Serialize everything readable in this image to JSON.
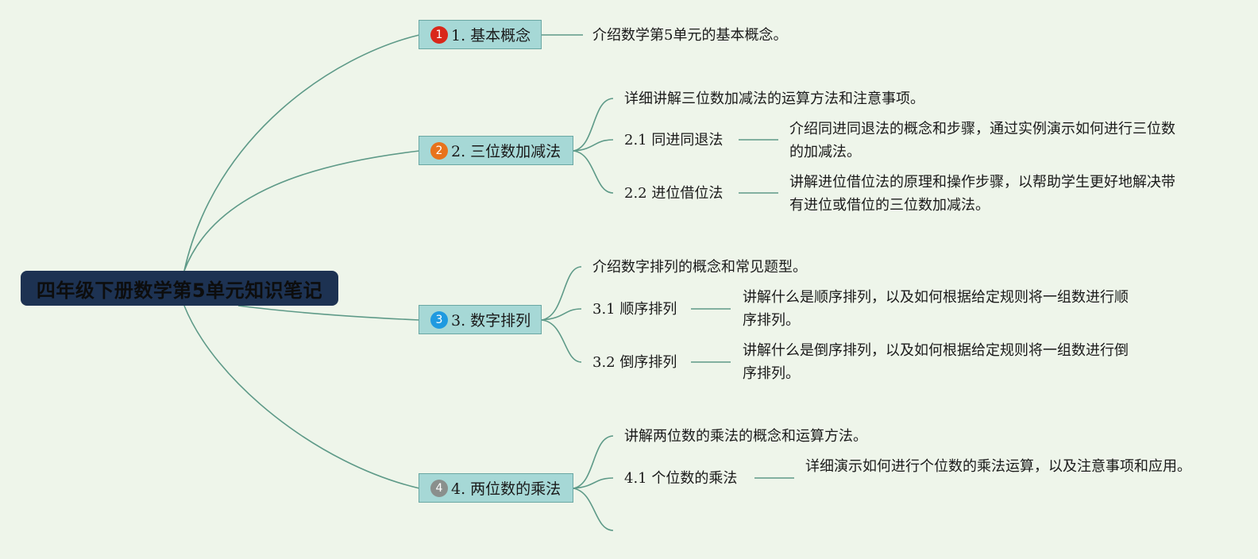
{
  "root": {
    "title": "四年级下册数学第5单元知识笔记"
  },
  "colors": {
    "line": "#5e9a88",
    "root_bg": "#1d3252",
    "branch_bg": "#a6d8d6",
    "background": "#eef5ea"
  },
  "branches": [
    {
      "marker": "1",
      "marker_color": "#d9271a",
      "label": "1. 基本概念",
      "summary": "介绍数学第5单元的基本概念。",
      "subs": []
    },
    {
      "marker": "2",
      "marker_color": "#e8731c",
      "label": "2. 三位数加减法",
      "summary": "详细讲解三位数加减法的运算方法和注意事项。",
      "subs": [
        {
          "label": "2.1 同进同退法",
          "desc": "介绍同进同退法的概念和步骤，通过实例演示如何进行三位数的加减法。"
        },
        {
          "label": "2.2 进位借位法",
          "desc": "讲解进位借位法的原理和操作步骤，以帮助学生更好地解决带有进位或借位的三位数加减法。"
        }
      ]
    },
    {
      "marker": "3",
      "marker_color": "#1f9ae0",
      "label": "3. 数字排列",
      "summary": "介绍数字排列的概念和常见题型。",
      "subs": [
        {
          "label": "3.1 顺序排列",
          "desc": "讲解什么是顺序排列，以及如何根据给定规则将一组数进行顺序排列。"
        },
        {
          "label": "3.2 倒序排列",
          "desc": "讲解什么是倒序排列，以及如何根据给定规则将一组数进行倒序排列。"
        }
      ]
    },
    {
      "marker": "4",
      "marker_color": "#8a8f8c",
      "label": "4. 两位数的乘法",
      "summary": "讲解两位数的乘法的概念和运算方法。",
      "subs": [
        {
          "label": "4.1 个位数的乘法",
          "desc": "详细演示如何进行个位数的乘法运算，以及注意事项和应用。"
        }
      ]
    }
  ]
}
